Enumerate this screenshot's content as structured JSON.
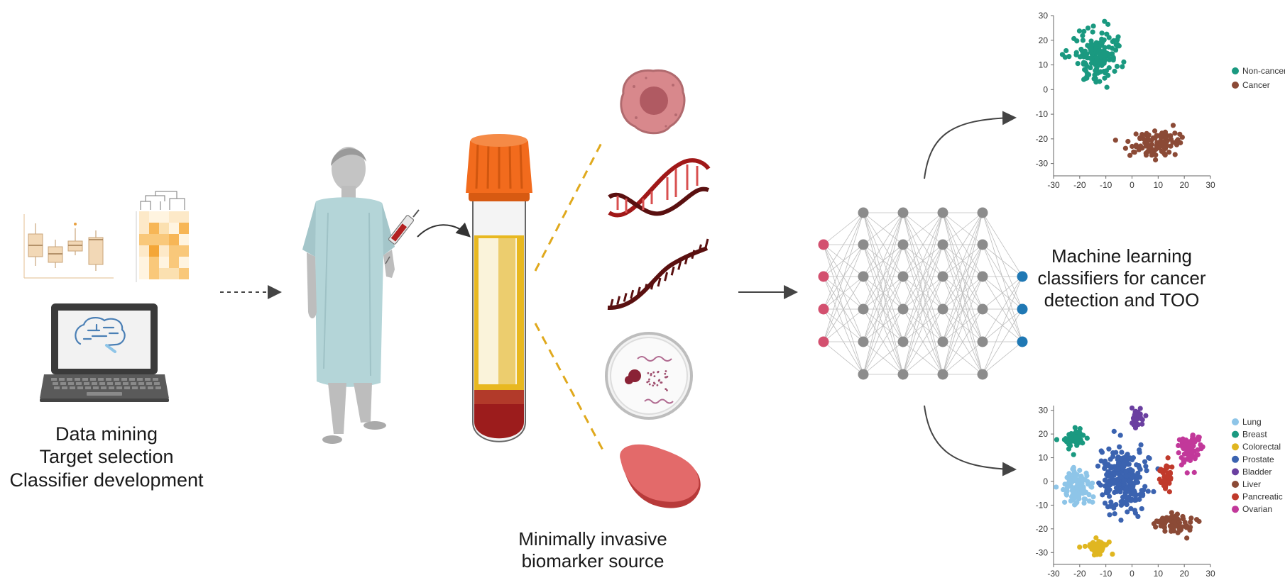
{
  "captions": {
    "left": [
      "Data mining",
      "Target selection",
      "Classifier development"
    ],
    "middle": [
      "Minimally invasive",
      "biomarker source"
    ],
    "right": [
      "Machine learning",
      "classifiers for cancer",
      "detection and TOO"
    ]
  },
  "colors": {
    "input_node": "#d3506f",
    "hidden_node": "#8c8c8c",
    "output_node": "#1f78b4",
    "tube_cap": "#f26b1d",
    "plasma": "#e8b820",
    "blood": "#9c1c1c"
  },
  "icons": [
    "patient-figure-icon",
    "syringe-icon",
    "blood-tube-icon",
    "laptop-brain-icon",
    "boxplot-icon",
    "heatmap-icon",
    "tumor-cell-icon",
    "dna-double-helix-icon",
    "rna-strand-icon",
    "petri-dish-icon",
    "tissue-biopsy-icon",
    "neural-network-icon"
  ],
  "chart_data": [
    {
      "type": "scatter",
      "xlim": [
        -30,
        30
      ],
      "ylim": [
        -35,
        30
      ],
      "xticks": [
        "-30",
        "-20",
        "-10",
        "0",
        "10",
        "20",
        "30"
      ],
      "yticks": [
        "30",
        "20",
        "10",
        "0",
        "-10",
        "-20",
        "-30"
      ],
      "legend_position": "right",
      "series": [
        {
          "name": "Non-cancer",
          "color": "#1a9980",
          "center": [
            -13,
            14
          ],
          "spread": [
            8,
            9
          ],
          "n": 170
        },
        {
          "name": "Cancer",
          "color": "#8b4a36",
          "center": [
            9,
            -22
          ],
          "spread": [
            9,
            5
          ],
          "n": 95
        }
      ]
    },
    {
      "type": "scatter",
      "xlim": [
        -30,
        30
      ],
      "ylim": [
        -35,
        32
      ],
      "xticks": [
        "-30",
        "-20",
        "-10",
        "0",
        "10",
        "20",
        "30"
      ],
      "yticks": [
        "30",
        "20",
        "10",
        "0",
        "-10",
        "-20",
        "-30"
      ],
      "legend_position": "right",
      "series": [
        {
          "name": "Lung",
          "color": "#8ec5e8",
          "center": [
            -21,
            -3
          ],
          "spread": [
            4.5,
            7
          ],
          "n": 120
        },
        {
          "name": "Breast",
          "color": "#1a9980",
          "center": [
            -22,
            18
          ],
          "spread": [
            4,
            3.5
          ],
          "n": 45
        },
        {
          "name": "Colorectal",
          "color": "#e0b620",
          "center": [
            -13,
            -28
          ],
          "spread": [
            4,
            3
          ],
          "n": 45
        },
        {
          "name": "Prostate",
          "color": "#3b63b0",
          "center": [
            -3,
            0
          ],
          "spread": [
            8,
            12
          ],
          "n": 240
        },
        {
          "name": "Bladder",
          "color": "#6a3fa0",
          "center": [
            2,
            27
          ],
          "spread": [
            3,
            3
          ],
          "n": 30
        },
        {
          "name": "Liver",
          "color": "#8b4a36",
          "center": [
            16,
            -18
          ],
          "spread": [
            7,
            4
          ],
          "n": 75
        },
        {
          "name": "Pancreatic",
          "color": "#c0392b",
          "center": [
            13,
            2
          ],
          "spread": [
            2.5,
            5
          ],
          "n": 40
        },
        {
          "name": "Ovarian",
          "color": "#c2389a",
          "center": [
            22,
            13
          ],
          "spread": [
            4,
            6
          ],
          "n": 85
        }
      ]
    }
  ]
}
